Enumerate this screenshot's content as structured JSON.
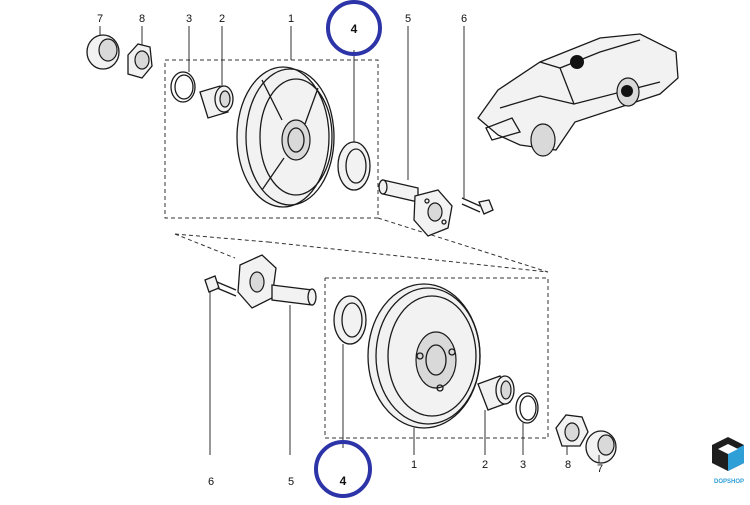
{
  "labels": {
    "top_7": "7",
    "top_8": "8",
    "top_3": "3",
    "top_2": "2",
    "top_1": "1",
    "top_4": "4",
    "top_5": "5",
    "top_6": "6",
    "bot_6": "6",
    "bot_5": "5",
    "bot_4": "4",
    "bot_1": "1",
    "bot_2": "2",
    "bot_3": "3",
    "bot_8": "8",
    "bot_7": "7"
  },
  "brand": {
    "logo_icon": "cube-logo-icon",
    "text": "DOPSHOP"
  },
  "colors": {
    "highlight": "#2c34a8",
    "line": "#1a1a1a",
    "brand": "#2f9fd8"
  }
}
